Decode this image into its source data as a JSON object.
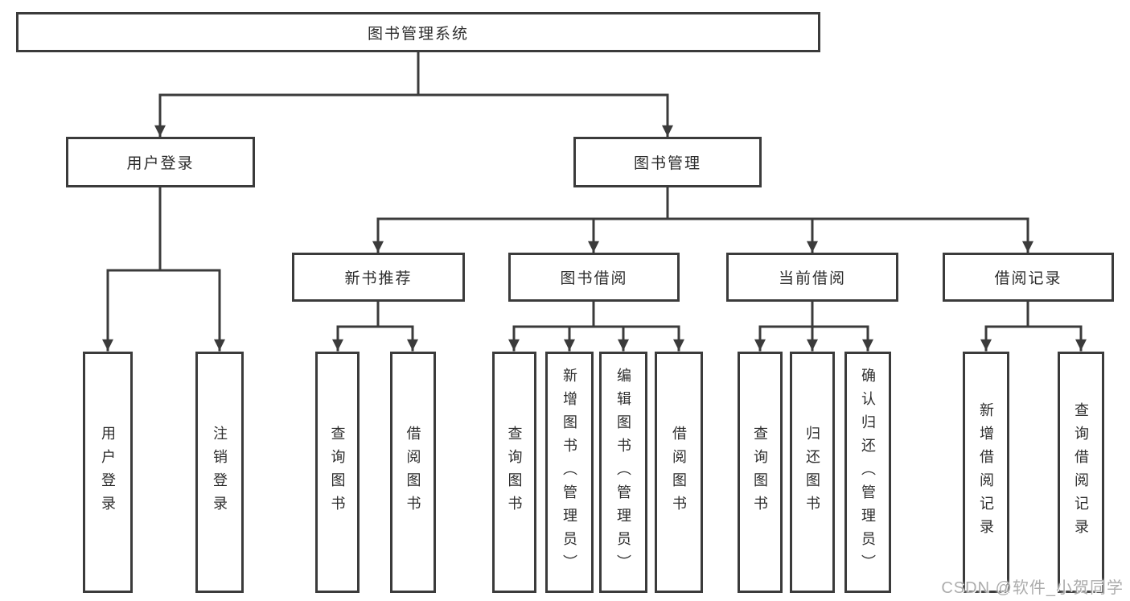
{
  "diagram": {
    "root": {
      "label": "图书管理系统"
    },
    "branches": [
      {
        "label": "用户登录",
        "children": [
          {
            "label": "用户登录"
          },
          {
            "label": "注销登录"
          }
        ]
      },
      {
        "label": "图书管理",
        "children": [
          {
            "label": "新书推荐",
            "children": [
              {
                "label": "查询图书"
              },
              {
                "label": "借阅图书"
              }
            ]
          },
          {
            "label": "图书借阅",
            "children": [
              {
                "label": "查询图书"
              },
              {
                "label": "新增图书（管理员）"
              },
              {
                "label": "编辑图书（管理员）"
              },
              {
                "label": "借阅图书"
              }
            ]
          },
          {
            "label": "当前借阅",
            "children": [
              {
                "label": "查询图书"
              },
              {
                "label": "归还图书"
              },
              {
                "label": "确认归还（管理员）"
              }
            ]
          },
          {
            "label": "借阅记录",
            "children": [
              {
                "label": "新增借阅记录"
              },
              {
                "label": "查询借阅记录"
              }
            ]
          }
        ]
      }
    ]
  },
  "watermark": {
    "text": "CSDN @软件_小贺同学"
  },
  "colors": {
    "line": "#3b3b3b",
    "text": "#2d2d2d",
    "background": "#ffffff",
    "watermark": "#acacac"
  }
}
